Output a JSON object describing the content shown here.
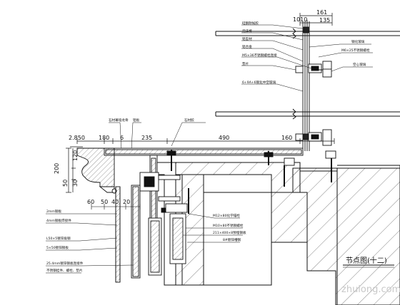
{
  "drawing": {
    "title": "节点图(十二)",
    "watermark": "zhulong.com",
    "dims_top": [
      "161",
      "1010",
      "135"
    ],
    "dims_mid": [
      "2.850",
      "180",
      "6",
      "235",
      "490",
      "160"
    ],
    "dims_left": [
      "200",
      "120",
      "50",
      "30"
    ],
    "dims_small": [
      "60",
      "50",
      "40",
      "20"
    ],
    "labels_upper_left": [
      "硅酮耐候胶",
      "泡沫棒",
      "铝型材",
      "铝合金",
      "M5×36不锈钢螺栓连接",
      "垫片"
    ],
    "labels_upper_right": [
      "钢化玻璃",
      "M6×25不锈钢螺栓",
      "空心玻璃"
    ],
    "label_vertical": "6+9A+6钢化中空玻璃",
    "labels_mid": [
      "石材幕墙龙骨",
      "铝板",
      "石材胶"
    ],
    "labels_lower_left": [
      "2mm钢板",
      "4mm钢板焊接件",
      "L50×5镀锌角钢",
      "5×50镀锌钢板",
      "25.4mm镀锌钢板连接件",
      "不锈钢挂件、螺栓、垫片"
    ],
    "labels_lower_mid": [
      "M12×80化学锚栓",
      "M10×80不锈钢螺栓",
      "211×400×8预埋钢板",
      "8#镀锌槽钢"
    ]
  }
}
